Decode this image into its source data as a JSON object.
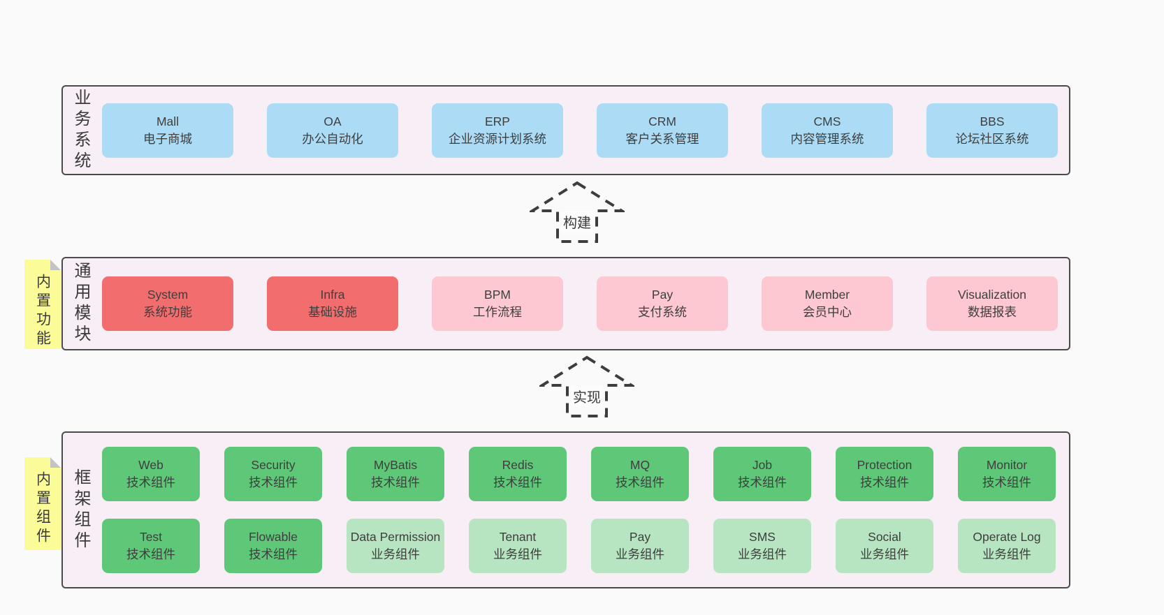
{
  "colors": {
    "page_bg": "#fafafa",
    "panel_bg": "#f7eef6",
    "panel_border": "#4b4b4b",
    "business_box": "#abdbf5",
    "module_core_box": "#f26e6e",
    "module_optional_box": "#fdc8d2",
    "tech_component_box": "#5fc878",
    "biz_component_box": "#b7e5c1",
    "sticky_note": "#fbfb98",
    "sticky_fold": "#c3c3c3",
    "text": "#3e3e3e"
  },
  "arrows": [
    {
      "label": "构建"
    },
    {
      "label": "实现"
    }
  ],
  "layers": [
    {
      "label": "业务系统",
      "rows": [
        [
          {
            "en": "Mall",
            "zh": "电子商城"
          },
          {
            "en": "OA",
            "zh": "办公自动化"
          },
          {
            "en": "ERP",
            "zh": "企业资源计划系统"
          },
          {
            "en": "CRM",
            "zh": "客户关系管理"
          },
          {
            "en": "CMS",
            "zh": "内容管理系统"
          },
          {
            "en": "BBS",
            "zh": "论坛社区系统"
          }
        ]
      ]
    },
    {
      "label": "通用模块",
      "note": "内置功能",
      "rows": [
        [
          {
            "en": "System",
            "zh": "系统功能",
            "variant": "red"
          },
          {
            "en": "Infra",
            "zh": "基础设施",
            "variant": "red"
          },
          {
            "en": "BPM",
            "zh": "工作流程",
            "variant": "pink"
          },
          {
            "en": "Pay",
            "zh": "支付系统",
            "variant": "pink"
          },
          {
            "en": "Member",
            "zh": "会员中心",
            "variant": "pink"
          },
          {
            "en": "Visualization",
            "zh": "数据报表",
            "variant": "pink"
          }
        ]
      ]
    },
    {
      "label": "框架组件",
      "note": "内置组件",
      "rows": [
        [
          {
            "en": "Web",
            "zh": "技术组件",
            "variant": "green"
          },
          {
            "en": "Security",
            "zh": "技术组件",
            "variant": "green"
          },
          {
            "en": "MyBatis",
            "zh": "技术组件",
            "variant": "green"
          },
          {
            "en": "Redis",
            "zh": "技术组件",
            "variant": "green"
          },
          {
            "en": "MQ",
            "zh": "技术组件",
            "variant": "green"
          },
          {
            "en": "Job",
            "zh": "技术组件",
            "variant": "green"
          },
          {
            "en": "Protection",
            "zh": "技术组件",
            "variant": "green"
          },
          {
            "en": "Monitor",
            "zh": "技术组件",
            "variant": "green"
          }
        ],
        [
          {
            "en": "Test",
            "zh": "技术组件",
            "variant": "green"
          },
          {
            "en": "Flowable",
            "zh": "技术组件",
            "variant": "green"
          },
          {
            "en": "Data Permission",
            "zh": "业务组件",
            "variant": "lightgreen"
          },
          {
            "en": "Tenant",
            "zh": "业务组件",
            "variant": "lightgreen"
          },
          {
            "en": "Pay",
            "zh": "业务组件",
            "variant": "lightgreen"
          },
          {
            "en": "SMS",
            "zh": "业务组件",
            "variant": "lightgreen"
          },
          {
            "en": "Social",
            "zh": "业务组件",
            "variant": "lightgreen"
          },
          {
            "en": "Operate Log",
            "zh": "业务组件",
            "variant": "lightgreen"
          }
        ]
      ]
    }
  ]
}
